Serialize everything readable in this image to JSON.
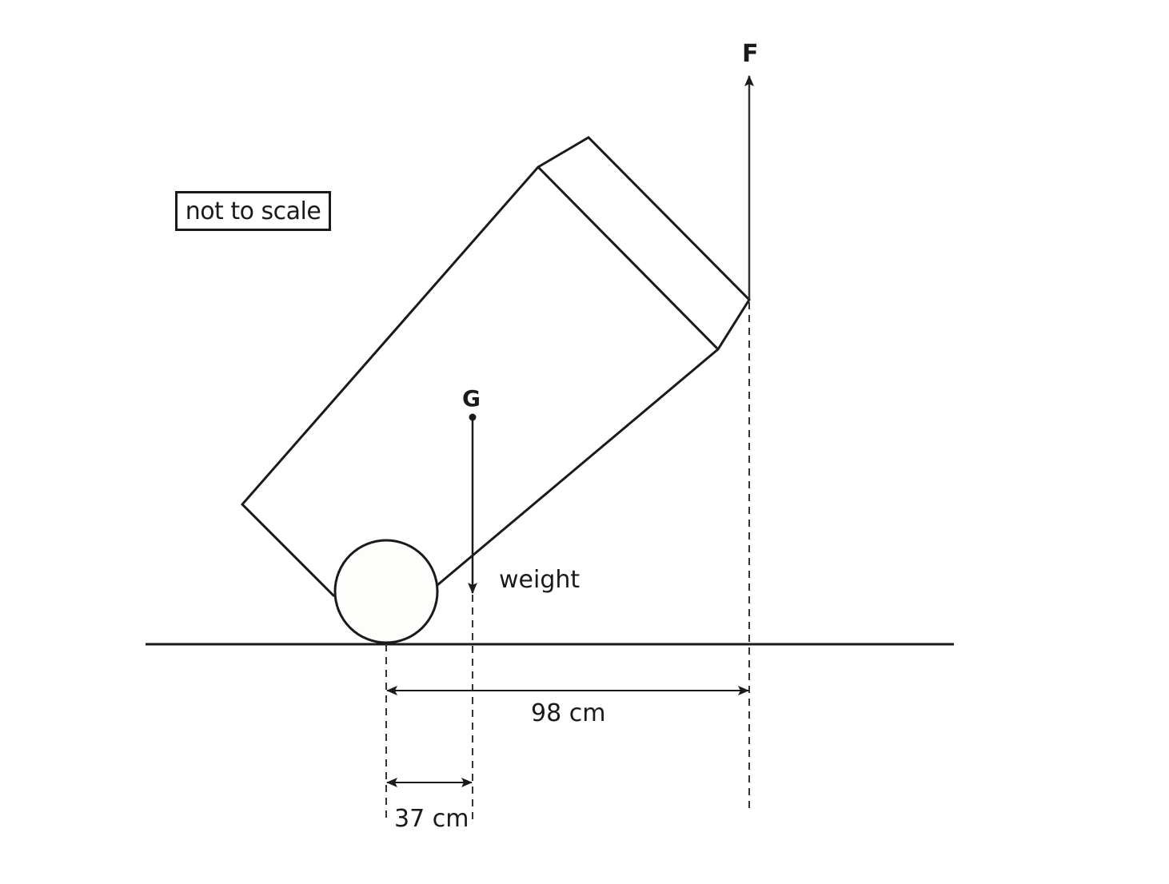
{
  "diagram": {
    "note": "not to scale",
    "labels": {
      "force": "F",
      "center_of_gravity": "G",
      "weight": "weight"
    },
    "dimensions": {
      "wheel_to_force": "98 cm",
      "wheel_to_weight": "37 cm"
    },
    "colors": {
      "line": "#1a1a1a",
      "background": "#ffffff"
    }
  }
}
